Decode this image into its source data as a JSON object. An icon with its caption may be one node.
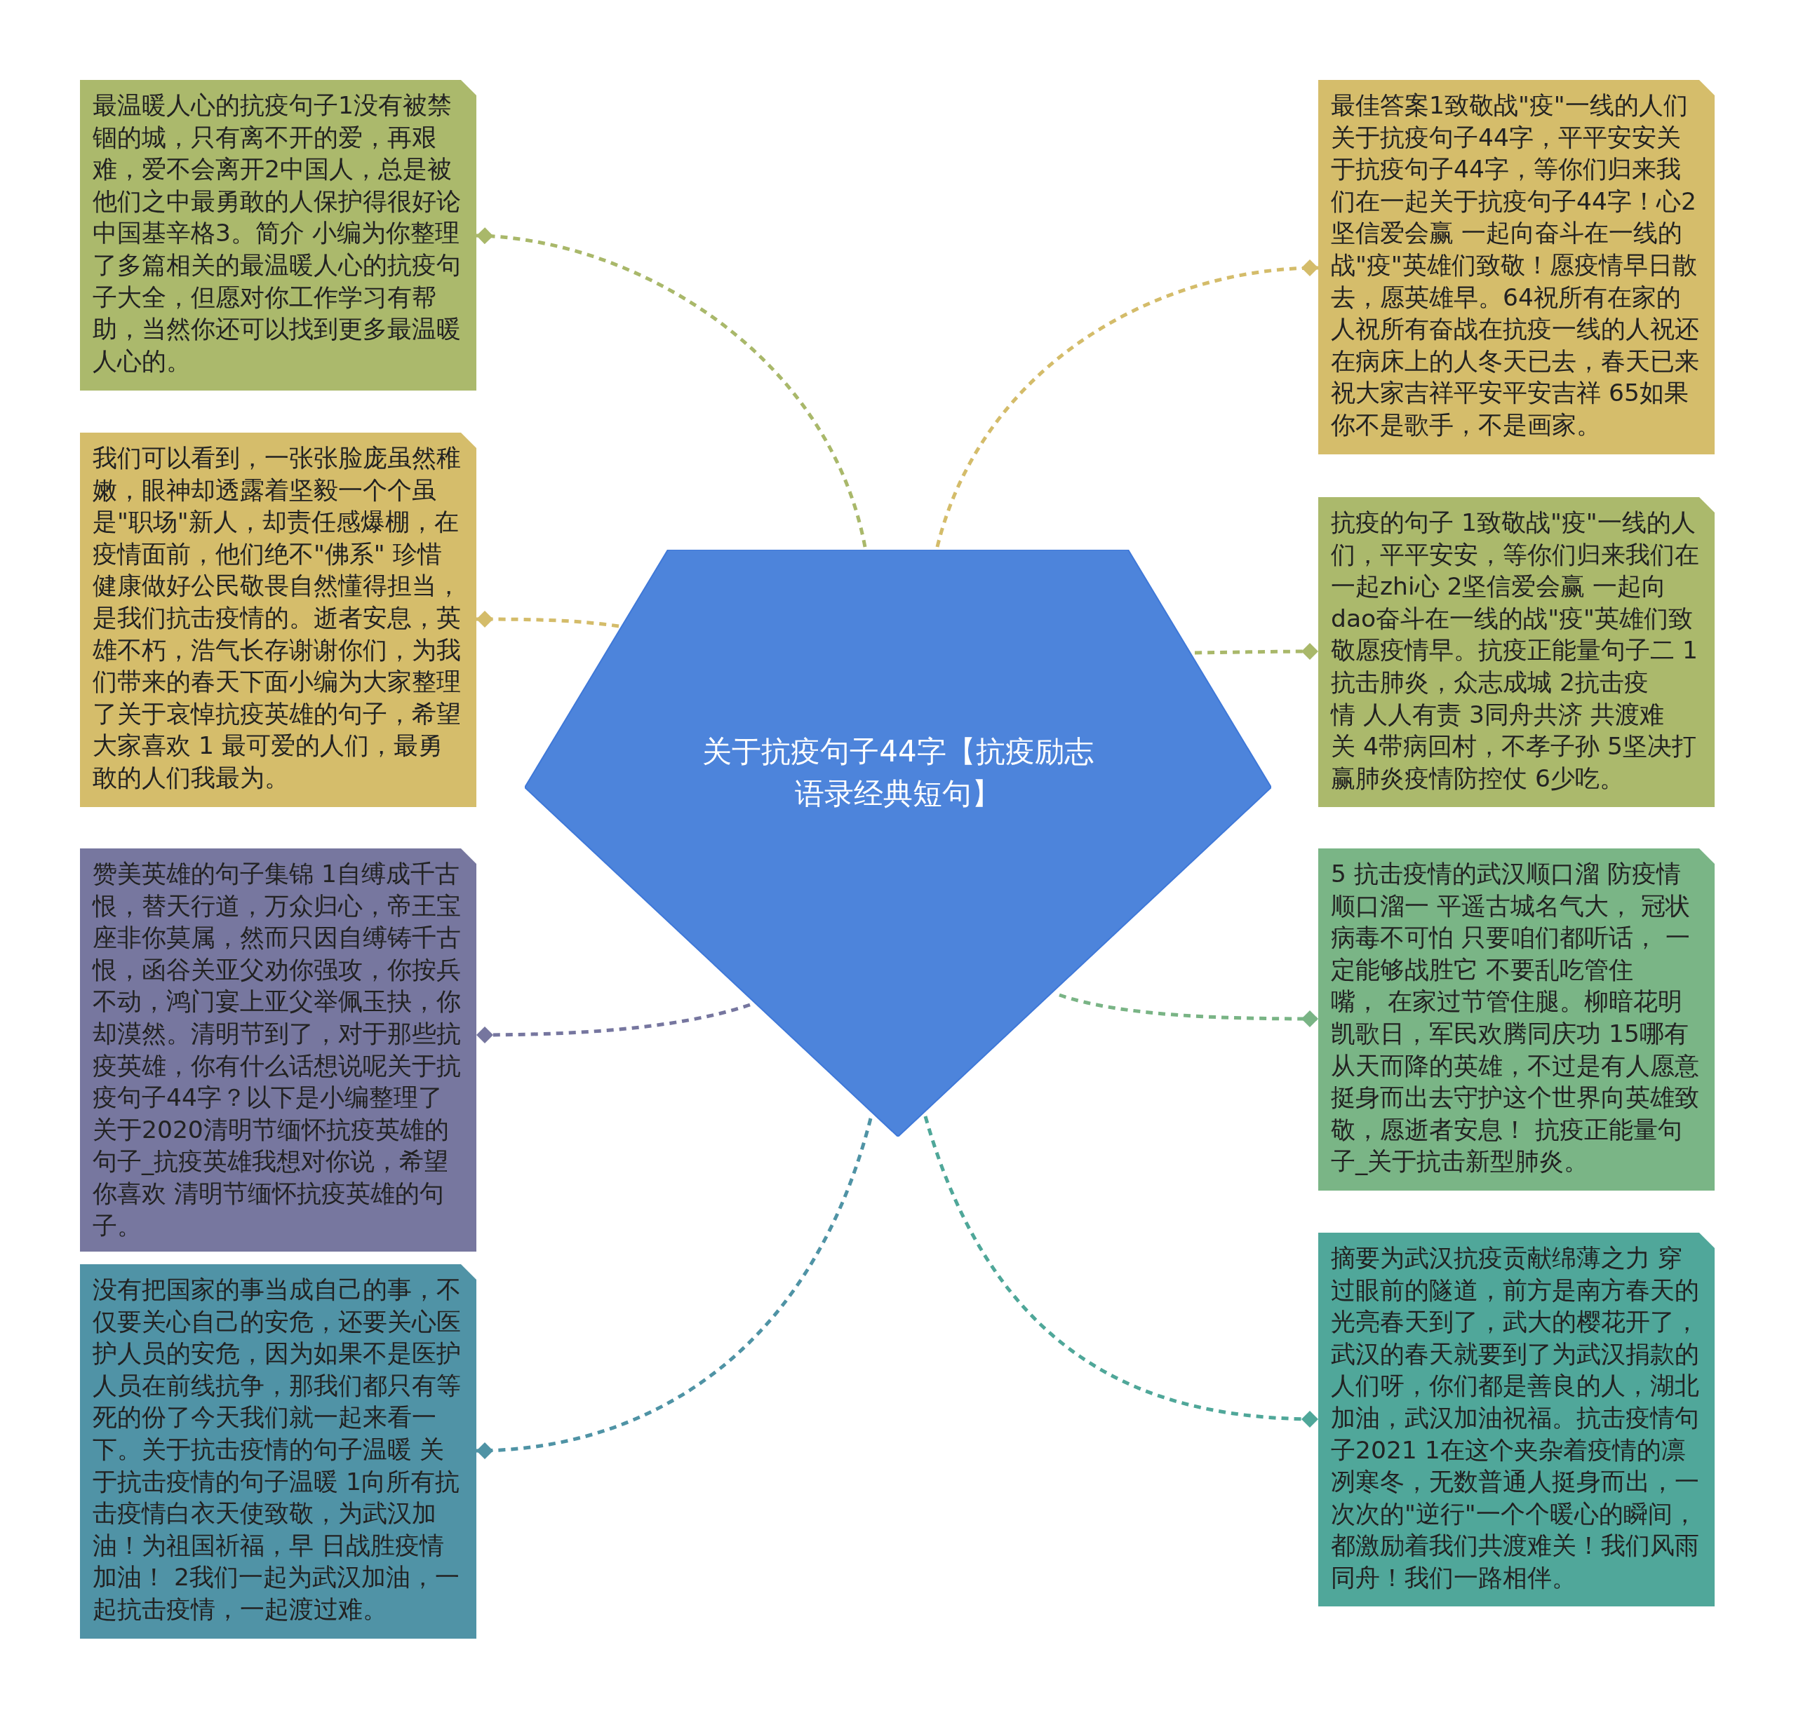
{
  "diagram": {
    "nodes": [
      {
        "text": [
          "关于抗疫句子44字【抗疫励志语录经典短句】"
        ]
      },
      {
        "text": [
          "最温暖人心的抗疫句子1没有被禁锢的城，只有离不开的爱，再艰难，爱不会离开2中国人，总是被他们之中最勇敢的人保护得很好论中国基辛格3。简介 小编为你整理了多篇相关的最温暖人心的抗疫句子大全，但愿对你工作学习有帮助，当然你还可以找到更多最温暖人心的。"
        ]
      },
      {
        "text": [
          "我们可以看到，一张张脸庞虽然稚嫩，眼神却透露着坚毅一个个虽是\"职场\"新人，却责任感爆棚，在疫情面前，他们绝不\"佛系\" 珍惜健康做好公民敬畏自然懂得担当，是我们抗击疫情的。逝者安息，英雄不朽，浩气长存谢谢你们，为我们带来的春天下面小编为大家整理了关于哀悼抗疫英雄的句子，希望大家喜欢 1 最可爱的人们，最勇敢的人们我最为。"
        ]
      },
      {
        "text": [
          "赞美英雄的句子集锦 1自缚成千古恨，替天行道，万众归心，帝王宝座非你莫属，然而只因自缚铸千古恨，函谷关亚父劝你强攻，你按兵不动，鸿门宴上亚父举佩玉抉，你却漠然。清明节到了，对于那些抗疫英雄，你有什么话想说呢关于抗疫句子44字？以下是小编整理了关于2020清明节缅怀抗疫英雄的句子_抗疫英雄我想对你说，希望你喜欢 清明节缅怀抗疫英雄的句子。"
        ]
      },
      {
        "text": [
          "没有把国家的事当成自己的事，不仅要关心自己的安危，还要关心医护人员的安危，因为如果不是医护人员在前线抗争，那我们都只有等死的份了今天我们就一起来看一下。关于抗击疫情的句子温暖 关于抗击疫情的句子温暖 1向所有抗击疫情白衣天使致敬，为武汉加油！为祖国祈福，早 日战胜疫情加油！ 2我们一起为武汉加油，一起抗击疫情，一起渡过难。"
        ]
      },
      {
        "text": [
          "最佳答案1致敬战\"疫\"一线的人们关于抗疫句子44字，平平安安关于抗疫句子44字，等你们归来我们在一起关于抗疫句子44字！心2坚信爱会赢 一起向奋斗在一线的战\"疫\"英雄们致敬！愿疫情早日散去，愿英雄早。64祝所有在家的人祝所有奋战在抗疫一线的人祝还在病床上的人冬天已去，春天已来祝大家吉祥平安平安吉祥 65如果你不是歌手，不是画家。"
        ]
      },
      {
        "text": [
          "抗疫的句子 1致敬战\"疫\"一线的人们，平平安安，等你们归来我们在一起zhi心 2坚信爱会赢 一起向dao奋斗在一线的战\"疫\"英雄们致敬愿疫情早。抗疫正能量句子二 1抗击肺炎，众志成城 2抗击疫情 人人有责 3同舟共济 共渡难关 4带病回村，不孝子孙 5坚决打赢肺炎疫情防控仗 6少吃。"
        ]
      },
      {
        "text": [
          "5 抗击疫情的武汉顺口溜 防疫情顺口溜一 平遥古城名气大， 冠状病毒不可怕 只要咱们都听话， 一定能够战胜它 不要乱吃管住嘴， 在家过节管住腿。柳暗花明凯歌日，军民欢腾同庆功 15哪有从天而降的英雄，不过是有人愿意挺身而出去守护这个世界向英雄致敬，愿逝者安息！ 抗疫正能量句子_关于抗击新型肺炎。"
        ]
      },
      {
        "text": [
          "摘要为武汉抗疫贡献绵薄之力 穿过眼前的隧道，前方是南方春天的光亮春天到了，武大的樱花开了，武汉的春天就要到了为武汉捐款的人们呀，你们都是善良的人，湖北加油，武汉加油祝福。抗击疫情句子2021 1在这个夹杂着疫情的凛冽寒冬，无数普通人挺身而出，一次次的\"逆行\"一个个暖心的瞬间，都激励着我们共渡难关！我们风雨同舟！我们一路相伴。"
        ]
      }
    ],
    "edges": [
      {
        "from": 0,
        "to": 1,
        "arrow": "other",
        "style": "dashed",
        "color": "#a9b86a"
      },
      {
        "from": 0,
        "to": 2,
        "arrow": "other",
        "style": "dashed",
        "color": "#d4bc6a"
      },
      {
        "from": 0,
        "to": 3,
        "arrow": "other",
        "style": "dashed",
        "color": "#76769f"
      },
      {
        "from": 0,
        "to": 4,
        "arrow": "other",
        "style": "dashed",
        "color": "#4f93a5"
      },
      {
        "from": 0,
        "to": 5,
        "arrow": "other",
        "style": "dashed",
        "color": "#d4bc6a"
      },
      {
        "from": 0,
        "to": 6,
        "arrow": "other",
        "style": "dashed",
        "color": "#a9b86a"
      },
      {
        "from": 0,
        "to": 7,
        "arrow": "other",
        "style": "dashed",
        "color": "#79b485"
      },
      {
        "from": 0,
        "to": 8,
        "arrow": "other",
        "style": "dashed",
        "color": "#4fa799"
      }
    ]
  }
}
